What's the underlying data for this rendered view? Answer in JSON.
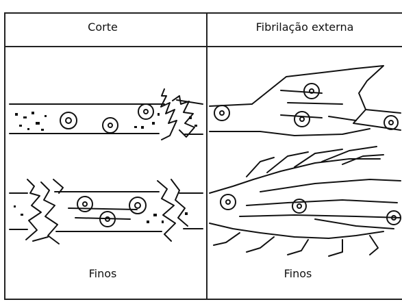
{
  "columns": [
    {
      "title": "Corte",
      "caption": "Finos"
    },
    {
      "title": "Fibrilação externa",
      "caption": "Finos"
    }
  ],
  "colors": {
    "ink": "#111111",
    "background": "#ffffff"
  }
}
